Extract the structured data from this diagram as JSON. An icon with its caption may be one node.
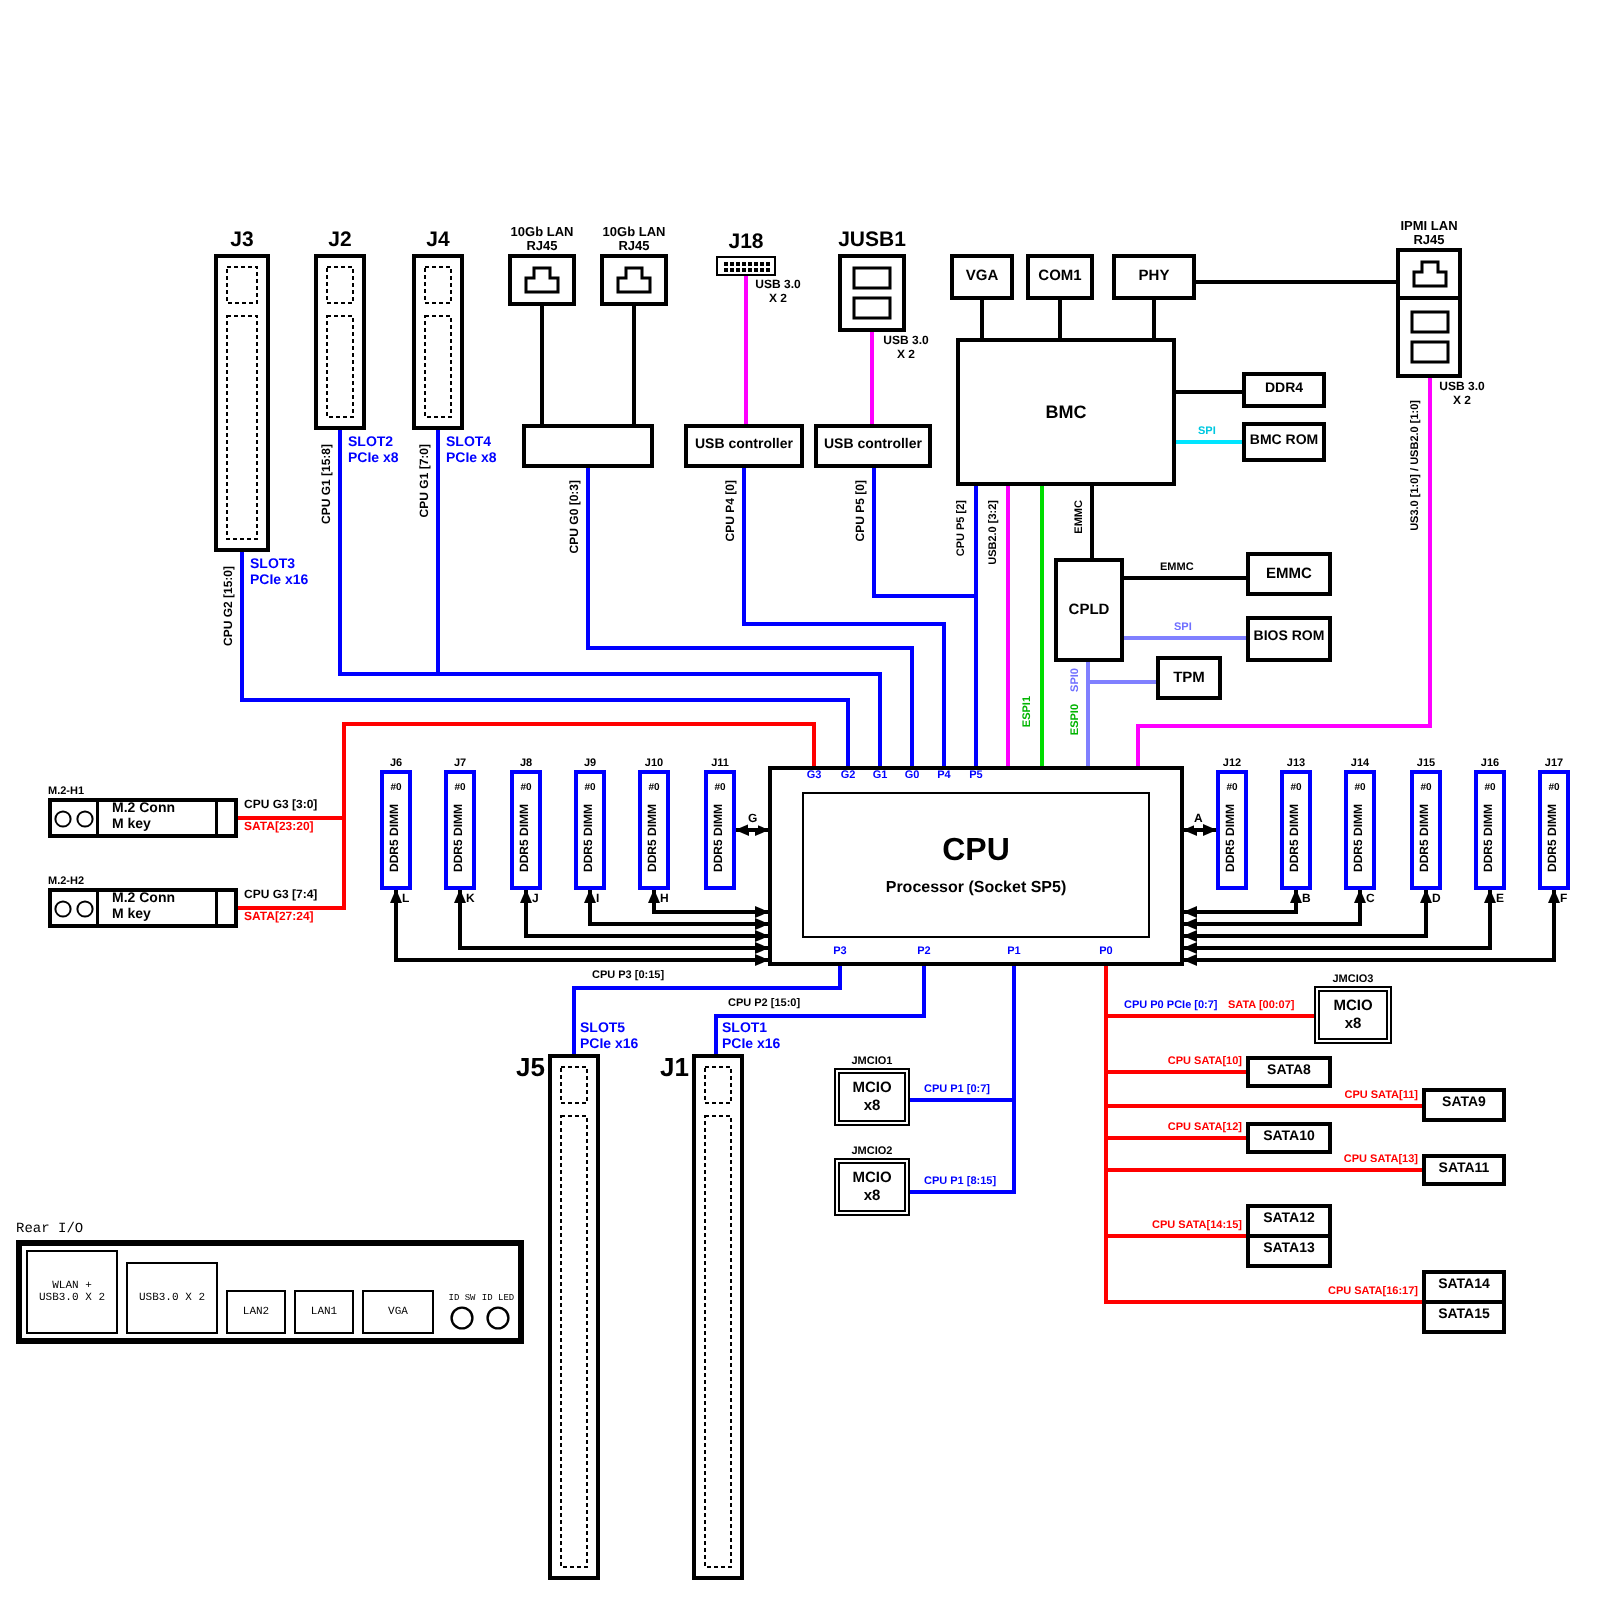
{
  "diagram": {
    "nodes": [
      {
        "text": [
          "J3"
        ],
        "beside": [
          "SLOT3 PCIe x16"
        ]
      },
      {
        "text": [
          "J2"
        ],
        "beside": [
          "SLOT2 PCIe x8"
        ]
      },
      {
        "text": [
          "J4"
        ],
        "beside": [
          "SLOT4 PCIe x8"
        ]
      },
      {
        "text": [
          "10Gb LAN RJ45"
        ]
      },
      {
        "text": [
          "10Gb LAN RJ45"
        ]
      },
      {
        "text": [
          "J18"
        ],
        "beside": [
          "USB 3.0 X 2"
        ]
      },
      {
        "text": [
          "JUSB1"
        ],
        "beside": [
          "USB 3.0 X 2"
        ]
      },
      {
        "text": [
          "VGA"
        ]
      },
      {
        "text": [
          "COM1"
        ]
      },
      {
        "text": [
          "PHY"
        ]
      },
      {
        "text": [
          "IPMI LAN RJ45"
        ]
      },
      {
        "text": [],
        "shape": "box",
        "beside": [
          "USB 3.0 X 2"
        ]
      },
      {
        "text": [
          "BMC"
        ]
      },
      {
        "text": [
          "DDR4"
        ]
      },
      {
        "text": [
          "BMC ROM"
        ]
      },
      {
        "text": [],
        "shape": "box"
      },
      {
        "text": [
          "USB controller"
        ]
      },
      {
        "text": [
          "USB controller"
        ]
      },
      {
        "text": [
          "CPLD"
        ]
      },
      {
        "text": [
          "EMMC"
        ]
      },
      {
        "text": [
          "BIOS ROM"
        ]
      },
      {
        "text": [
          "TPM"
        ]
      },
      {
        "text": [
          "M.2-H1",
          "M.2 Conn M key"
        ]
      },
      {
        "text": [
          "M.2-H2",
          "M.2 Conn M key"
        ]
      },
      {
        "text": [
          "J6",
          "#0",
          "DDR5 DIMM"
        ]
      },
      {
        "text": [
          "J7",
          "#0",
          "DDR5 DIMM"
        ]
      },
      {
        "text": [
          "J8",
          "#0",
          "DDR5 DIMM"
        ]
      },
      {
        "text": [
          "J9",
          "#0",
          "DDR5 DIMM"
        ]
      },
      {
        "text": [
          "J10",
          "#0",
          "DDR5 DIMM"
        ]
      },
      {
        "text": [
          "J11",
          "#0",
          "DDR5 DIMM"
        ]
      },
      {
        "text": [],
        "shape": "box"
      },
      {
        "text": [
          "CPU",
          "Processor (Socket SP5)"
        ],
        "in": 30
      },
      {
        "text": [
          "J12",
          "#0",
          "DDR5 DIMM"
        ]
      },
      {
        "text": [
          "J13",
          "#0",
          "DDR5 DIMM"
        ]
      },
      {
        "text": [
          "J14",
          "#0",
          "DDR5 DIMM"
        ]
      },
      {
        "text": [
          "J15",
          "#0",
          "DDR5 DIMM"
        ]
      },
      {
        "text": [
          "J16",
          "#0",
          "DDR5 DIMM"
        ]
      },
      {
        "text": [
          "J17",
          "#0",
          "DDR5 DIMM"
        ]
      },
      {
        "text": [
          "JMCIO3",
          "MCIO x8"
        ]
      },
      {
        "text": [
          "J5"
        ],
        "beside": [
          "SLOT5 PCIe x16"
        ]
      },
      {
        "text": [
          "J1"
        ],
        "beside": [
          "SLOT1 PCIe x16"
        ]
      },
      {
        "text": [
          "SATA8"
        ]
      },
      {
        "text": [
          "JMCIO1",
          "MCIO x8"
        ]
      },
      {
        "text": [
          "SATA9"
        ]
      },
      {
        "text": [
          "SATA10"
        ]
      },
      {
        "text": [
          "SATA11"
        ]
      },
      {
        "text": [
          "JMCIO2",
          "MCIO x8"
        ]
      },
      {
        "text": [
          "SATA12"
        ]
      },
      {
        "text": [
          "SATA13"
        ]
      },
      {
        "text": [
          "SATA14"
        ]
      },
      {
        "text": [
          "SATA15"
        ]
      },
      {
        "text": [
          "Rear I/O"
        ]
      },
      {
        "text": [
          "WLAN + USB3.0 X 2"
        ],
        "in": 51
      },
      {
        "text": [
          "USB3.0 X 2"
        ],
        "in": 51
      },
      {
        "text": [
          "LAN2"
        ],
        "in": 51
      },
      {
        "text": [
          "LAN1"
        ],
        "in": 51
      },
      {
        "text": [
          "VGA"
        ],
        "in": 51
      },
      {
        "text": [
          "ID SW"
        ],
        "in": 51
      },
      {
        "text": [
          "ID LED"
        ],
        "in": 51
      }
    ],
    "edges": [
      {
        "from": 3,
        "to": 15,
        "arrow": "none"
      },
      {
        "from": 4,
        "to": 15,
        "arrow": "none"
      },
      {
        "from": 5,
        "to": 16,
        "arrow": "none",
        "color": "#ff00ff"
      },
      {
        "from": 6,
        "to": 17,
        "arrow": "none",
        "color": "#ff00ff"
      },
      {
        "from": 7,
        "to": 12,
        "arrow": "none"
      },
      {
        "from": 8,
        "to": 12,
        "arrow": "none"
      },
      {
        "from": 9,
        "to": 12,
        "arrow": "none"
      },
      {
        "from": 9,
        "to": 10,
        "arrow": "none"
      },
      {
        "from": 12,
        "to": 13,
        "arrow": "none"
      },
      {
        "from": 12,
        "to": 14,
        "arrow": "none",
        "label": "SPI",
        "color": "#00e5ff"
      },
      {
        "from": 12,
        "to": 18,
        "arrow": "none",
        "label": "EMMC"
      },
      {
        "from": 18,
        "to": 19,
        "arrow": "none",
        "label": "EMMC"
      },
      {
        "from": 18,
        "to": 20,
        "arrow": "none",
        "label": "SPI",
        "color": "#8080ff"
      },
      {
        "from": 0,
        "to": 30,
        "arrow": "none",
        "label": "CPU G2 [15:0]",
        "color": "#0000ff"
      },
      {
        "from": 1,
        "to": 30,
        "arrow": "none",
        "label": "CPU G1 [15:8]",
        "color": "#0000ff"
      },
      {
        "from": 2,
        "to": 30,
        "arrow": "none",
        "label": "CPU G1 [7:0]",
        "color": "#0000ff"
      },
      {
        "from": 15,
        "to": 30,
        "arrow": "none",
        "label": "CPU G0 [0:3]",
        "color": "#0000ff"
      },
      {
        "from": 16,
        "to": 30,
        "arrow": "none",
        "label": "CPU P4 [0]",
        "color": "#0000ff"
      },
      {
        "from": 17,
        "to": 30,
        "arrow": "none",
        "label": "CPU P5 [0]",
        "color": "#0000ff"
      },
      {
        "from": 12,
        "to": 30,
        "arrow": "none",
        "label": "CPU P5 [2]",
        "color": "#0000ff"
      },
      {
        "from": 12,
        "to": 30,
        "arrow": "none",
        "label": "USB2.0 [3:2]",
        "color": "#ff00ff"
      },
      {
        "from": 12,
        "to": 30,
        "arrow": "none",
        "label": "ESPI1",
        "color": "#00dd00"
      },
      {
        "from": 18,
        "to": 30,
        "arrow": "none",
        "label": "ESPI0",
        "color": "#8080ff"
      },
      {
        "from": 21,
        "to": 30,
        "arrow": "none",
        "label": "SPI0",
        "color": "#8080ff"
      },
      {
        "from": 11,
        "to": 30,
        "arrow": "none",
        "label": "US3.0 [1:0] / USB2.0 [1:0]",
        "color": "#ff00ff"
      },
      {
        "from": 30,
        "to": 22,
        "arrow": "none",
        "label": "CPU G3 [3:0]",
        "color": "#ff0000"
      },
      {
        "from": 30,
        "to": 23,
        "arrow": "none",
        "label": "CPU G3 [7:4]",
        "color": "#ff0000"
      },
      {
        "from": 30,
        "to": 29,
        "arrow": "both",
        "label": "G"
      },
      {
        "from": 30,
        "to": 28,
        "arrow": "both",
        "label": "H"
      },
      {
        "from": 30,
        "to": 27,
        "arrow": "both",
        "label": "I"
      },
      {
        "from": 30,
        "to": 26,
        "arrow": "both",
        "label": "J"
      },
      {
        "from": 30,
        "to": 25,
        "arrow": "both",
        "label": "K"
      },
      {
        "from": 30,
        "to": 24,
        "arrow": "both",
        "label": "L"
      },
      {
        "from": 30,
        "to": 32,
        "arrow": "both",
        "label": "A"
      },
      {
        "from": 30,
        "to": 33,
        "arrow": "both",
        "label": "B"
      },
      {
        "from": 30,
        "to": 34,
        "arrow": "both",
        "label": "C"
      },
      {
        "from": 30,
        "to": 35,
        "arrow": "both",
        "label": "D"
      },
      {
        "from": 30,
        "to": 36,
        "arrow": "both",
        "label": "E"
      },
      {
        "from": 30,
        "to": 37,
        "arrow": "both",
        "label": "F"
      },
      {
        "from": 30,
        "to": 39,
        "arrow": "none",
        "label": "CPU P3 [0:15]",
        "color": "#0000ff"
      },
      {
        "from": 30,
        "to": 40,
        "arrow": "none",
        "label": "CPU P2 [15:0]",
        "color": "#0000ff"
      },
      {
        "from": 30,
        "to": 42,
        "arrow": "none",
        "label": "CPU P1 [0:7]",
        "color": "#0000ff"
      },
      {
        "from": 30,
        "to": 46,
        "arrow": "none",
        "label": "CPU P1 [8:15]",
        "color": "#0000ff"
      },
      {
        "from": 30,
        "to": 38,
        "arrow": "none",
        "label": "CPU P0 PCIe [0:7]",
        "color": "#ff0000"
      },
      {
        "from": 30,
        "to": 41,
        "arrow": "none",
        "label": "CPU SATA[10]",
        "color": "#ff0000"
      },
      {
        "from": 30,
        "to": 43,
        "arrow": "none",
        "label": "CPU SATA[11]",
        "color": "#ff0000"
      },
      {
        "from": 30,
        "to": 44,
        "arrow": "none",
        "label": "CPU SATA[12]",
        "color": "#ff0000"
      },
      {
        "from": 30,
        "to": 45,
        "arrow": "none",
        "label": "CPU SATA[13]",
        "color": "#ff0000"
      },
      {
        "from": 30,
        "to": 47,
        "arrow": "none",
        "label": "CPU SATA[14:15]",
        "color": "#ff0000"
      },
      {
        "from": 30,
        "to": 48,
        "arrow": "none",
        "color": "#ff0000"
      },
      {
        "from": 30,
        "to": 49,
        "arrow": "none",
        "label": "CPU SATA[16:17]",
        "color": "#ff0000"
      },
      {
        "from": 30,
        "to": 50,
        "arrow": "none",
        "color": "#ff0000"
      }
    ],
    "labels": [
      "G3",
      "G2",
      "G1",
      "G0",
      "P4",
      "P5",
      "SATA[23:20]",
      "SATA[27:24]",
      "P3",
      "P2",
      "P1",
      "P0",
      "SATA [00:07]"
    ]
  }
}
